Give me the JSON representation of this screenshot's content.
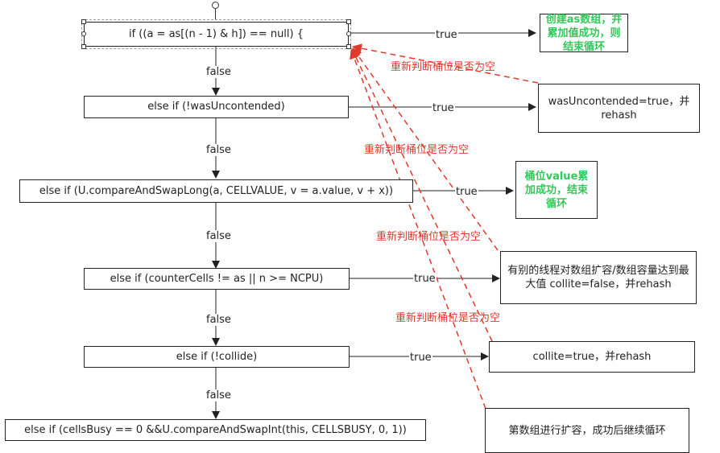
{
  "conditions": [
    "if ((a = as[(n - 1) & h]) == null) {",
    "else if (!wasUncontended)",
    "else if (U.compareAndSwapLong(a, CELLVALUE, v = a.value, v + x))",
    "else if (counterCells != as || n >= NCPU)",
    "else if (!collide)",
    "else if (cellsBusy == 0 &&U.compareAndSwapInt(this, CELLSBUSY, 0, 1))"
  ],
  "results": [
    "创建as数组，并累加值成功，则结束循环",
    "wasUncontended=true，并rehash",
    "桶位value累加成功，结束循环",
    "有别的线程对数组扩容/数组容量达到最大值 collite=false，并rehash",
    "collite=true，并rehash",
    "第数组进行扩容，成功后继续循环"
  ],
  "edge_labels": {
    "true": "true",
    "false": "false"
  },
  "loop_label": "重新判断桶位是否为空",
  "colors": {
    "line": "#222222",
    "loop": "#e03a2e",
    "green_text": "#34c759"
  }
}
